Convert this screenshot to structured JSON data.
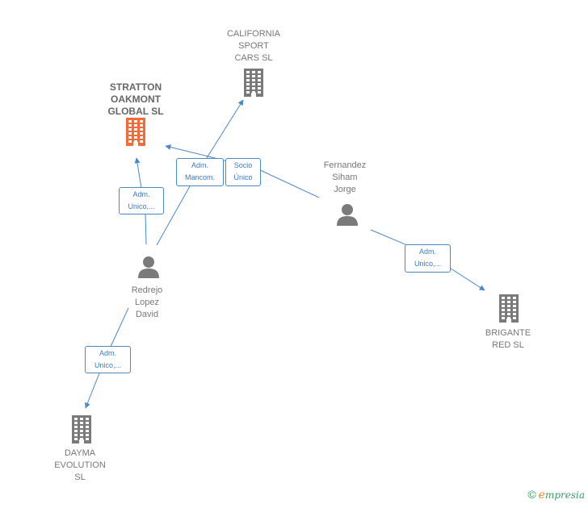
{
  "diagram": {
    "nodes": [
      {
        "id": "stratton",
        "kind": "company",
        "main": true,
        "lines": [
          "STRATTON",
          "OAKMONT",
          "GLOBAL  SL"
        ],
        "color": "#f26b3a"
      },
      {
        "id": "california",
        "kind": "company",
        "main": false,
        "lines": [
          "CALIFORNIA",
          "SPORT",
          "CARS  SL"
        ],
        "color": "#7a7a7a"
      },
      {
        "id": "fernandez",
        "kind": "person",
        "main": false,
        "lines": [
          "Fernandez",
          "Siham",
          "Jorge"
        ],
        "color": "#7a7a7a"
      },
      {
        "id": "redrejo",
        "kind": "person",
        "main": false,
        "lines": [
          "Redrejo",
          "Lopez",
          "David"
        ],
        "color": "#7a7a7a"
      },
      {
        "id": "brigante",
        "kind": "company",
        "main": false,
        "lines": [
          "BRIGANTE",
          "RED  SL"
        ],
        "color": "#7a7a7a"
      },
      {
        "id": "dayma",
        "kind": "company",
        "main": false,
        "lines": [
          "DAYMA",
          "EVOLUTION",
          "SL"
        ],
        "color": "#7a7a7a"
      }
    ],
    "edges": [
      {
        "from": "redrejo",
        "to": "stratton",
        "role": [
          "Adm.",
          "Unico,..."
        ]
      },
      {
        "from": "redrejo",
        "to": "california",
        "role": [
          "Adm.",
          "Mancom."
        ]
      },
      {
        "from": "fernandez",
        "to": "stratton",
        "role": [
          "Socio",
          "Único"
        ]
      },
      {
        "from": "fernandez",
        "to": "brigante",
        "role": [
          "Adm.",
          "Unico,..."
        ]
      },
      {
        "from": "redrejo",
        "to": "dayma",
        "role": [
          "Adm.",
          "Unico,..."
        ]
      }
    ],
    "edge_color": "#4a88c8"
  },
  "brand": {
    "copyright": "©",
    "initial": "e",
    "rest": "mpresia"
  }
}
